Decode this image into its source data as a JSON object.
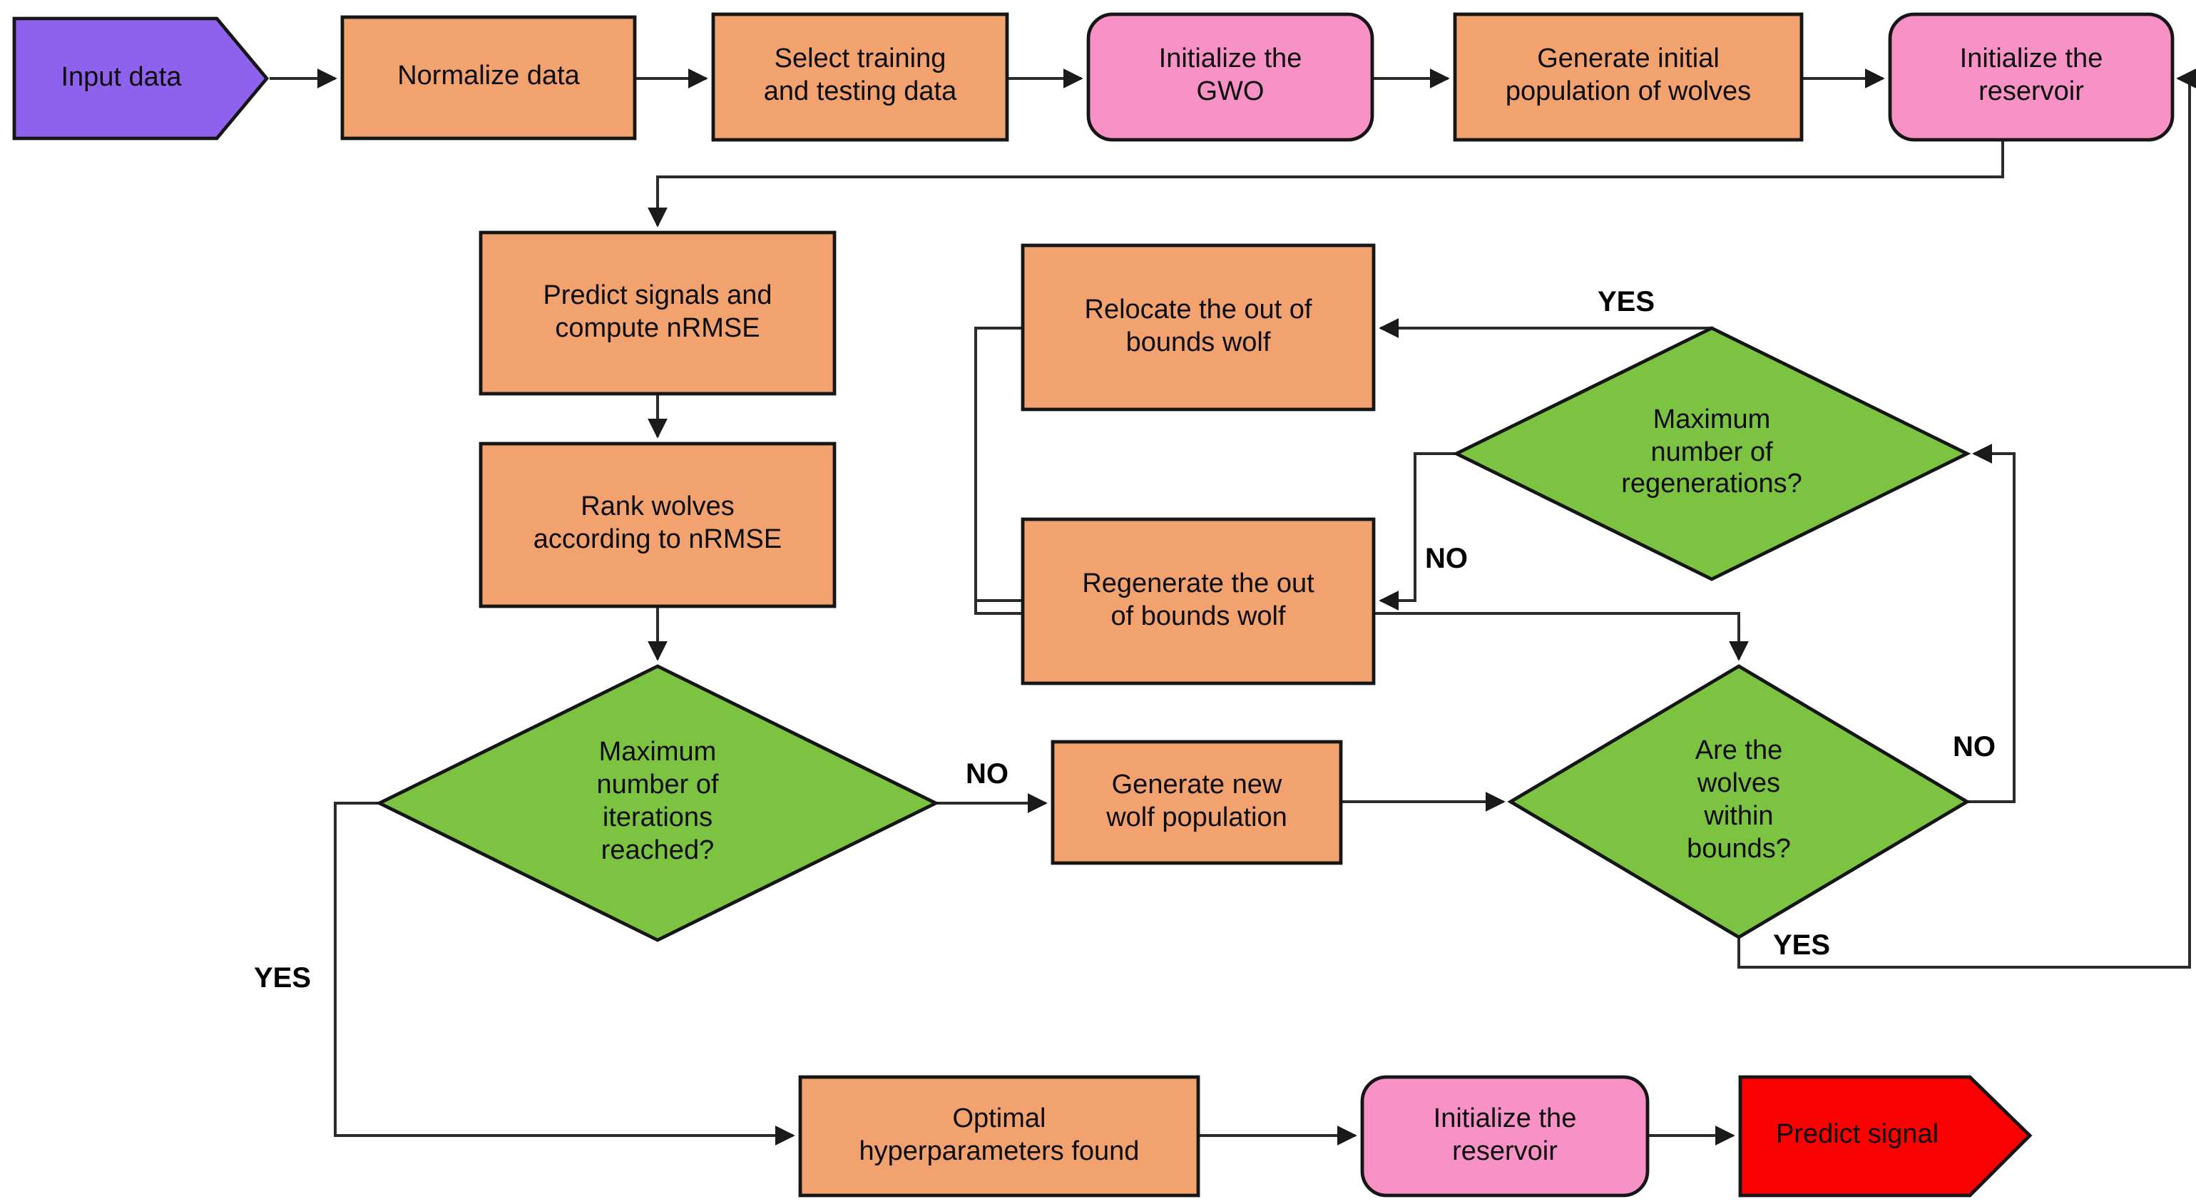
{
  "colors": {
    "orange": "#F1A26E",
    "purple": "#8F62EE",
    "pink": "#F791C6",
    "green": "#7CC342",
    "red": "#FA0202",
    "outline": "#161616"
  },
  "nodes": {
    "input_data": "Input data",
    "normalize": "Normalize data",
    "select_training": "Select training\nand testing data",
    "init_gwo": "Initialize the\nGWO",
    "gen_initial_pop": "Generate initial\npopulation of wolves",
    "init_reservoir": "Initialize the\nreservoir",
    "predict_nrmse": "Predict signals and\ncompute nRMSE",
    "rank_wolves": "Rank wolves\naccording to nRMSE",
    "max_iterations": "Maximum\nnumber of\niterations\nreached?",
    "gen_new_pop": "Generate new\nwolf population",
    "wolves_in_bounds": "Are the\nwolves\nwithin\nbounds?",
    "relocate_wolf": "Relocate the out of\nbounds wolf",
    "regenerate_wolf": "Regenerate the out\nof bounds wolf",
    "max_regenerations": "Maximum\nnumber of\nregenerations?",
    "optimal_found": "Optimal\nhyperparameters found",
    "init_reservoir_final": "Initialize the\nreservoir",
    "predict_signal": "Predict signal"
  },
  "edge_labels": {
    "iterations_no": "NO",
    "iterations_yes": "YES",
    "regenerations_yes": "YES",
    "regenerations_no": "NO",
    "bounds_no": "NO",
    "bounds_yes": "YES"
  }
}
